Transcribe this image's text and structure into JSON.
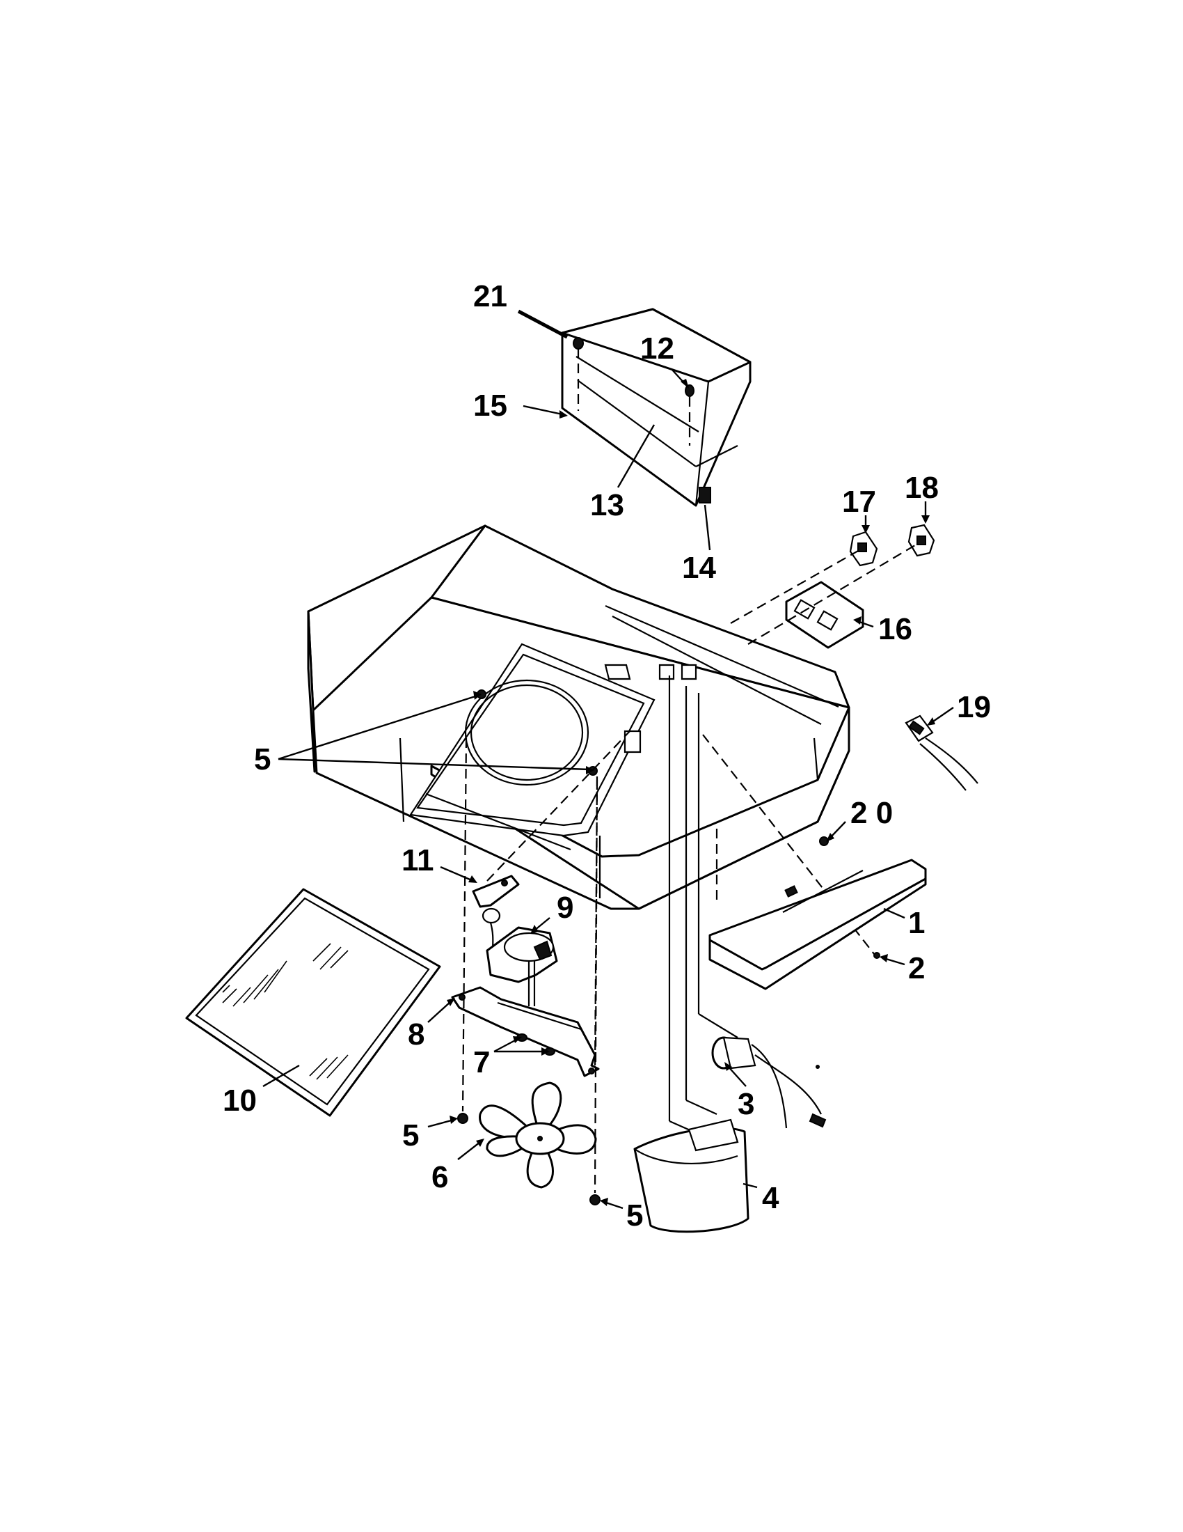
{
  "diagram": {
    "callouts": {
      "c1": "1",
      "c2": "2",
      "c3": "3",
      "c4": "4",
      "c5a": "5",
      "c5b": "5",
      "c5c": "5",
      "c6": "6",
      "c7": "7",
      "c8": "8",
      "c9": "9",
      "c10": "10",
      "c11": "11",
      "c12": "12",
      "c13": "13",
      "c14": "14",
      "c15": "15",
      "c16": "16",
      "c17": "17",
      "c18": "18",
      "c19": "19",
      "c20": "2 0",
      "c21": "21"
    }
  }
}
